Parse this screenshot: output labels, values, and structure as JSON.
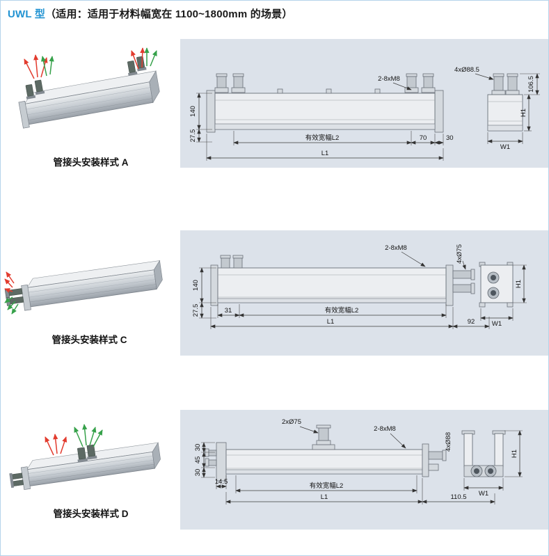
{
  "theme": {
    "accent": "#2293d2",
    "panel": "#dce2ea",
    "arrow_red": "#e23b2e",
    "arrow_green": "#36a14a"
  },
  "page": {
    "title_brand": "UWL 型",
    "title_rest": "（适用：适用于材料幅宽在 1100~1800mm 的场景）"
  },
  "rows": [
    {
      "label": "管接头安装样式 A",
      "dims": {
        "bolt": "2-8xM8",
        "holes": "4xØ88.5",
        "h_top": "106.5",
        "h1": "H1",
        "w1": "W1",
        "body_h": "140",
        "offset": "27.5",
        "l2": "有效宽幅L2",
        "d70": "70",
        "d30": "30",
        "l1": "L1"
      }
    },
    {
      "label": "管接头安装样式 C",
      "dims": {
        "bolt": "2-8xM8",
        "holes": "4xØ75",
        "body_h": "140",
        "d31": "31",
        "offset": "27.5",
        "l2": "有效宽幅L2",
        "l1": "L1",
        "d92": "92",
        "h1": "H1",
        "w1": "W1"
      }
    },
    {
      "label": "管接头安装样式 D",
      "dims": {
        "holes2": "2xØ75",
        "bolt": "2-8xM8",
        "holes4": "4xØ88",
        "d30a": "30",
        "d45": "45",
        "d30b": "30",
        "d14_5": "14.5",
        "l2": "有效宽幅L2",
        "l1": "L1",
        "d110_5": "110.5",
        "h1": "H1",
        "w1": "W1"
      }
    }
  ]
}
